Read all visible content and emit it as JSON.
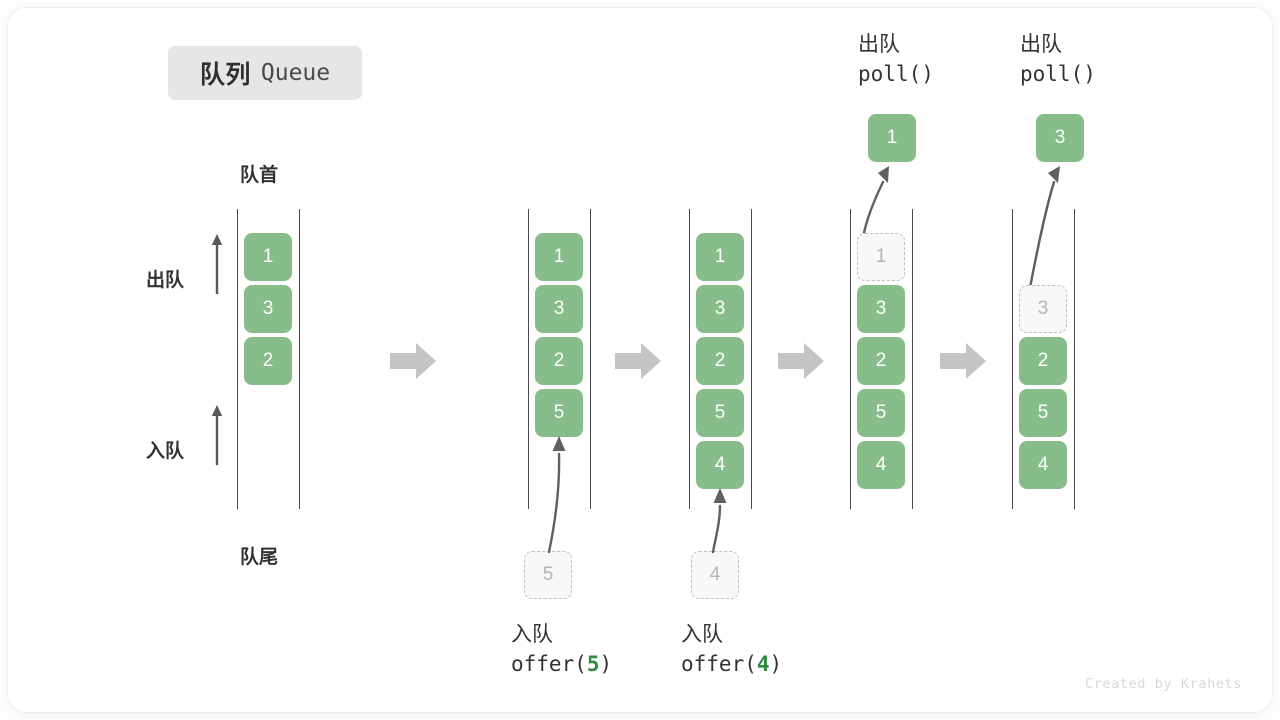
{
  "title": {
    "cn": "队列",
    "en": "Queue"
  },
  "labels": {
    "head": "队首",
    "tail": "队尾",
    "dequeue_dir": "出队",
    "enqueue_dir": "入队"
  },
  "watermark": "Created by Krahets",
  "colors": {
    "element_green": "#87bd8a",
    "arg_green": "#2e8b42",
    "ghost_border": "#bfbfbf",
    "ghost_fill": "#f8f8f8",
    "rail": "#4a4a4a",
    "step_arrow": "#c4c4c4",
    "badge_bg": "#e6e6e6",
    "text": "#333333"
  },
  "steps": [
    {
      "id": "initial",
      "cells": [
        "1",
        "3",
        "2"
      ],
      "ghost_index": null,
      "incoming": null,
      "outgoing": null,
      "op_cn": null,
      "op_code": null,
      "op_arg": null
    },
    {
      "id": "offer-5",
      "cells": [
        "1",
        "3",
        "2",
        "5"
      ],
      "ghost_index": null,
      "incoming": "5",
      "outgoing": null,
      "op_cn": "入队",
      "op_code_prefix": "offer(",
      "op_arg": "5",
      "op_code_suffix": ")"
    },
    {
      "id": "offer-4",
      "cells": [
        "1",
        "3",
        "2",
        "5",
        "4"
      ],
      "ghost_index": null,
      "incoming": "4",
      "outgoing": null,
      "op_cn": "入队",
      "op_code_prefix": "offer(",
      "op_arg": "4",
      "op_code_suffix": ")"
    },
    {
      "id": "poll-1",
      "cells": [
        "1",
        "3",
        "2",
        "5",
        "4"
      ],
      "ghost_index": 0,
      "incoming": null,
      "outgoing": "1",
      "op_cn": "出队",
      "op_code_prefix": "poll(",
      "op_arg": "",
      "op_code_suffix": ")"
    },
    {
      "id": "poll-3",
      "cells": [
        "3",
        "2",
        "5",
        "4"
      ],
      "ghost_index": 0,
      "incoming": null,
      "outgoing": "3",
      "op_cn": "出队",
      "op_code_prefix": "poll(",
      "op_arg": "",
      "op_code_suffix": ")"
    }
  ]
}
